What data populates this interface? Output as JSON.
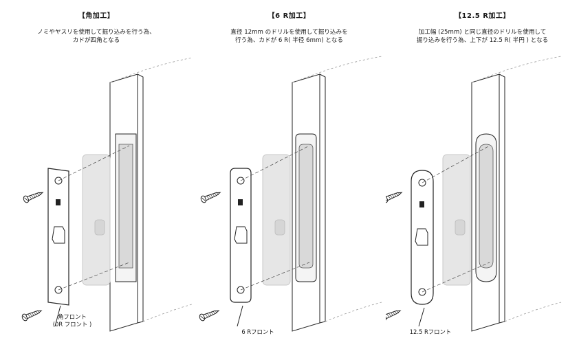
{
  "panels": [
    {
      "title": "【角加工】",
      "desc1": "ノミやヤスリを使用して掘り込みを行う為、",
      "desc2": "カドが四角となる",
      "cap1": "角フロント",
      "cap2": "(0R フロント )",
      "shape": "square"
    },
    {
      "title": "【6 R加工】",
      "desc1": "直径 12mm のドリルを使用して掘り込みを",
      "desc2": "行う為、カドが 6 R( 半径 6mm) となる",
      "cap1": "6 Rフロント",
      "cap2": "",
      "shape": "r6"
    },
    {
      "title": "【12.5 R加工】",
      "desc1": "加工幅 (25mm) と同じ直径のドリルを使用して",
      "desc2": "掘り込みを行う為、上下が 12.5 R( 半円 ) となる",
      "cap1": "12.5 Rフロント",
      "cap2": "",
      "shape": "r125"
    }
  ]
}
